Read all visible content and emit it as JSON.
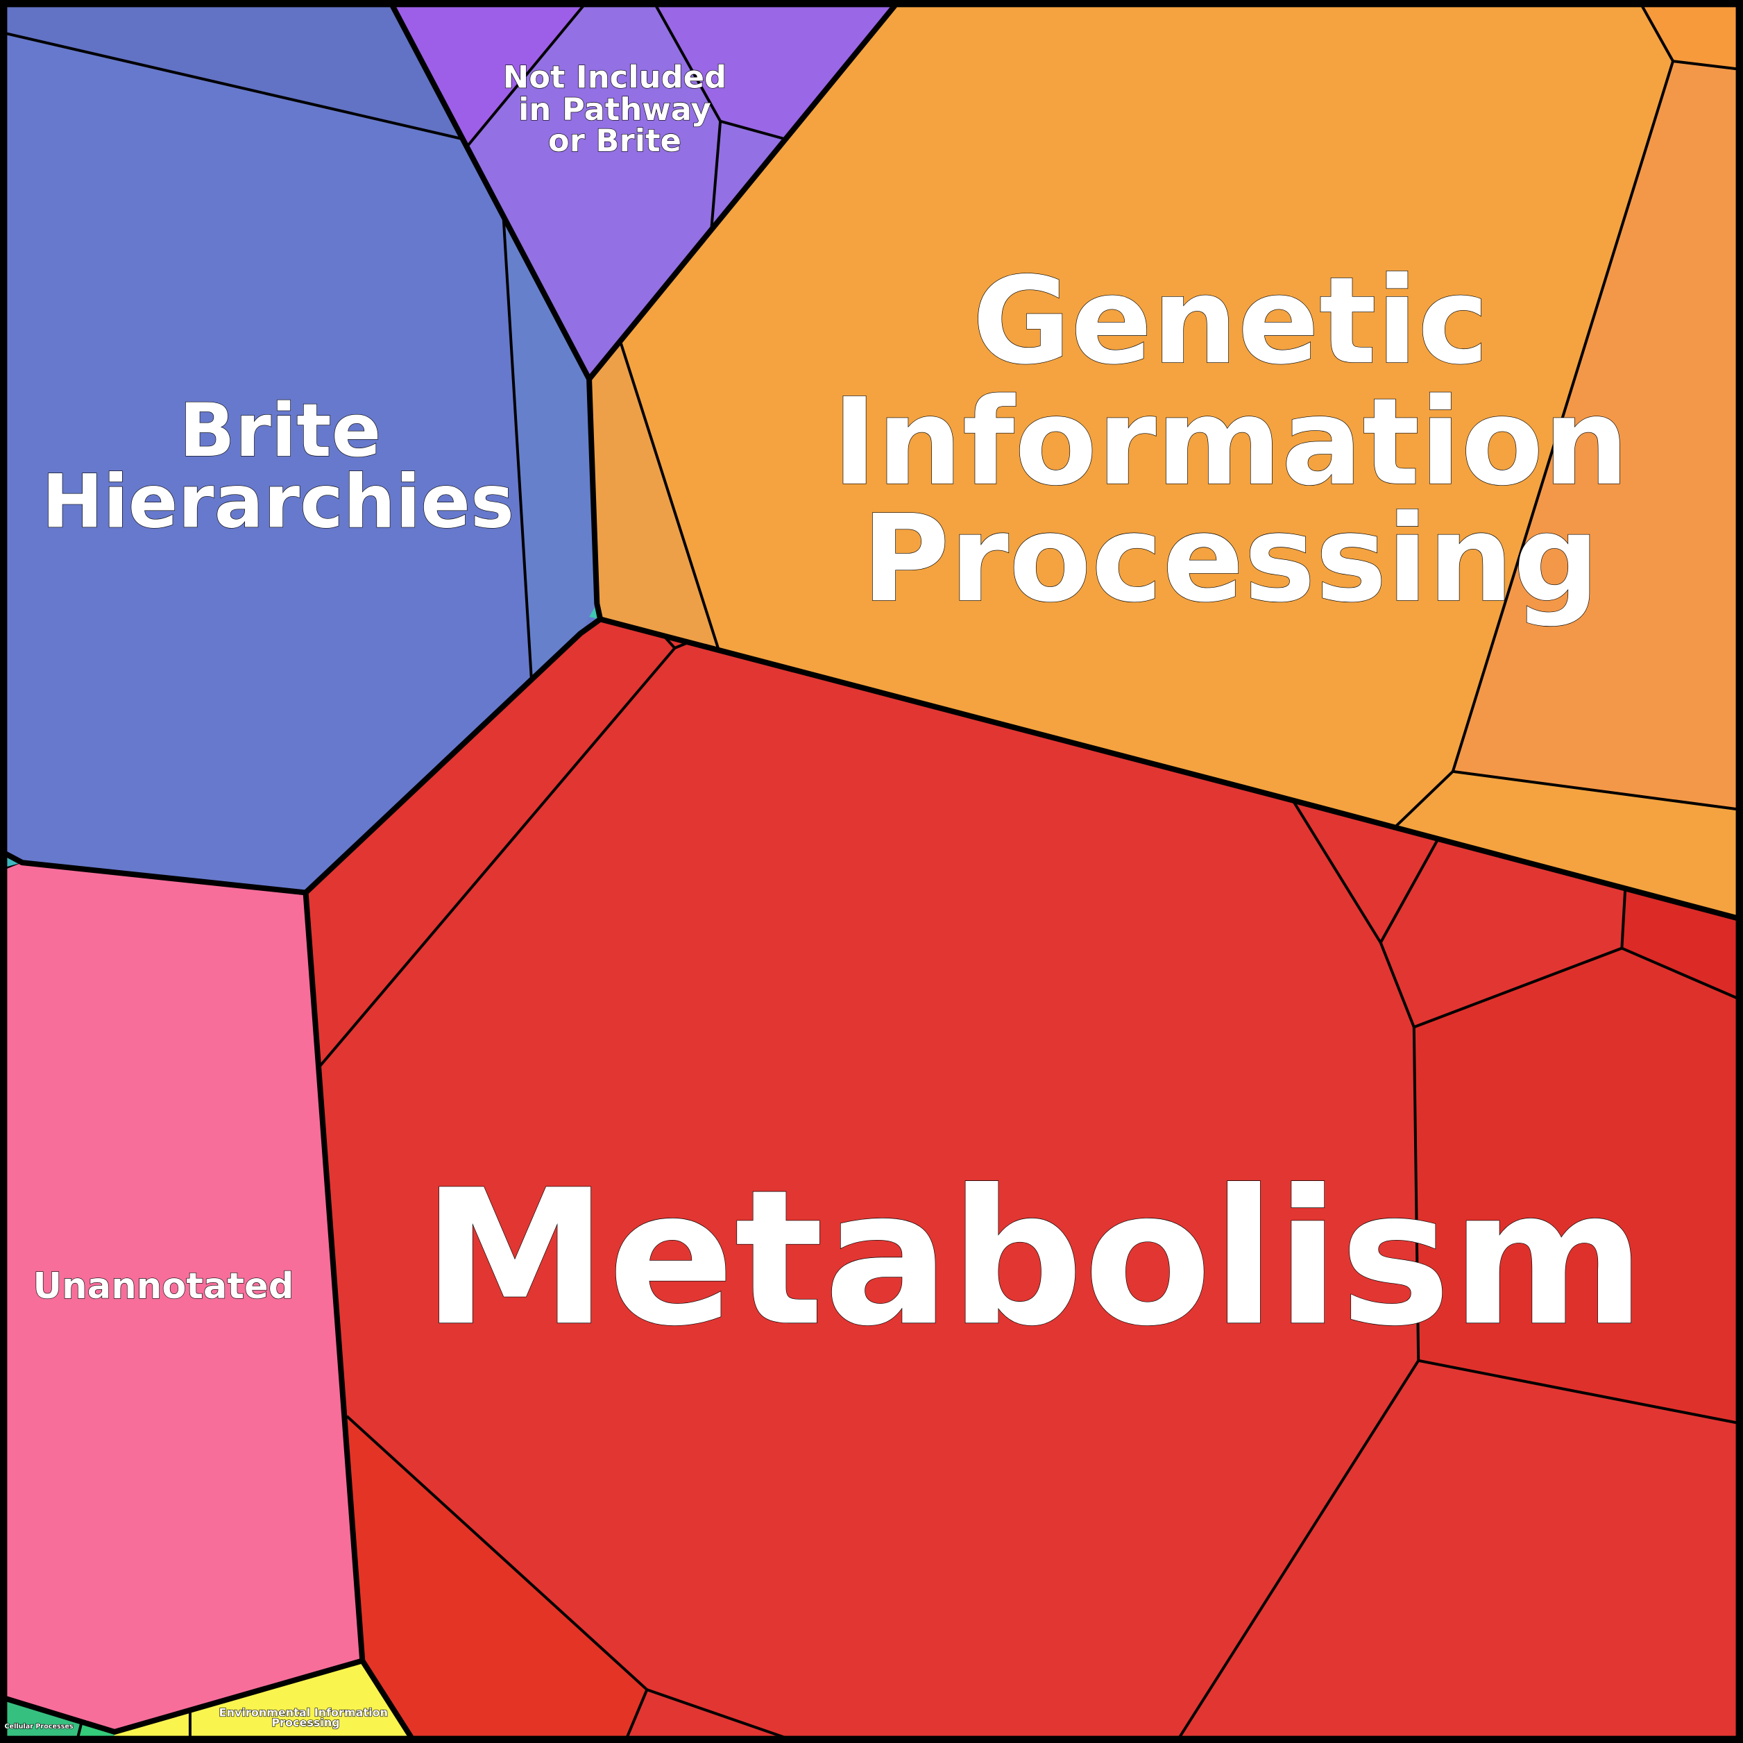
{
  "chart_data": {
    "type": "voronoi-treemap",
    "title": "",
    "categories": [
      {
        "name": "Metabolism",
        "color": "#e23632"
      },
      {
        "name": "Genetic Information Processing",
        "color": "#f4a340"
      },
      {
        "name": "Brite Hierarchies",
        "color": "#6779cc"
      },
      {
        "name": "Unannotated",
        "color": "#f76e9b"
      },
      {
        "name": "Not Included in Pathway or Brite",
        "color": "#9370e3"
      },
      {
        "name": "Environmental Information Processing",
        "color": "#f9f44e"
      },
      {
        "name": "Cellular Processes",
        "color": "#36c07f"
      }
    ],
    "labels": {
      "metabolism": "Metabolism",
      "genetic": [
        "Genetic",
        "Information",
        "Processing"
      ],
      "brite": [
        "Brite",
        "Hierarchies"
      ],
      "unannotated": "Unannotated",
      "not_included": [
        "Not Included",
        "in Pathway",
        "or Brite"
      ],
      "environmental": [
        "Environmental Information",
        "Processing"
      ],
      "cellular": "Cellular Processes"
    }
  }
}
